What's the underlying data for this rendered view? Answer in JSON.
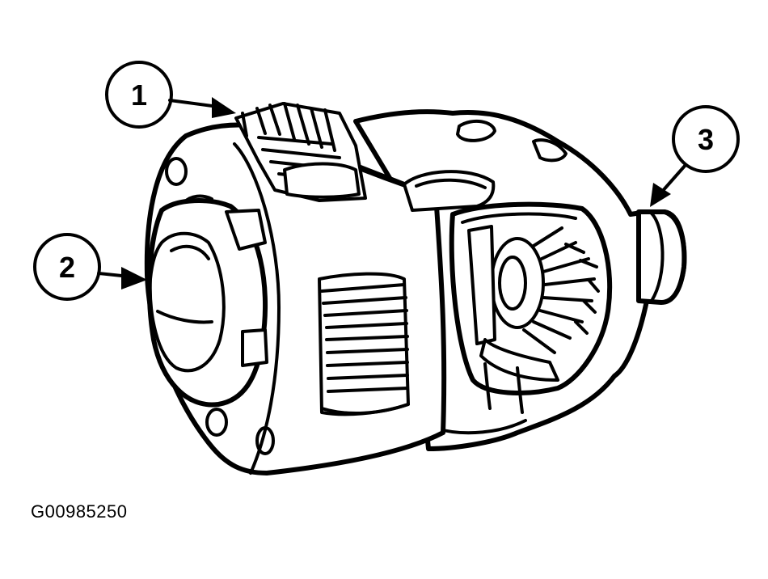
{
  "figure": {
    "id_label": "G00985250",
    "callouts": [
      {
        "number": "1"
      },
      {
        "number": "2"
      },
      {
        "number": "3"
      }
    ]
  },
  "colors": {
    "ink": "#000000",
    "paper": "#ffffff"
  }
}
